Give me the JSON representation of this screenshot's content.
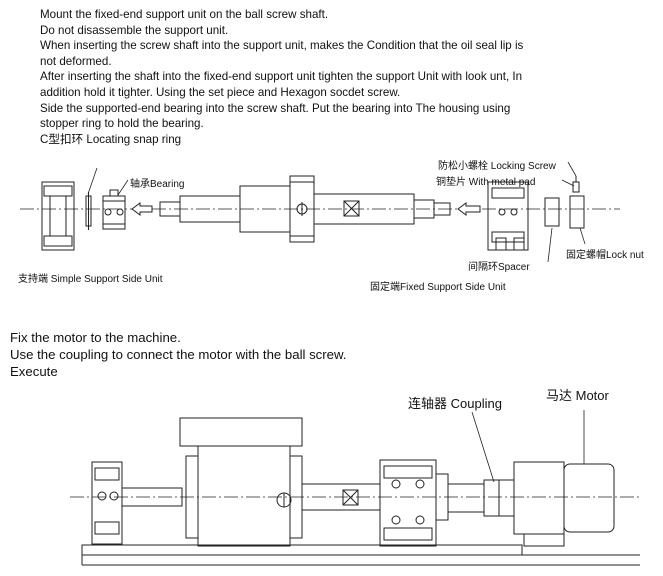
{
  "instructions_top": [
    "Mount the fixed-end support unit on the ball screw shaft.",
    "Do not disassemble the support unit.",
    "When inserting the screw shaft into the support unit, makes the Condition that the oil seal lip is",
    "not deformed.",
    "After inserting the shaft into the fixed-end support unit tighten the support Unit with look unt, In",
    "addition hold it tighter. Using the set piece and Hexagon socdet screw.",
    "Side the supported-end bearing into the screw shaft. Put the bearing into The housing using",
    "stopper ring to hold the bearing.",
    "C型扣环 Locating snap ring"
  ],
  "labels_top": {
    "bearing": "轴承Bearing",
    "simple_support": "支持端 Simple Support Side Unit",
    "fixed_support": "固定端Fixed Support Side Unit",
    "locking_screw": "防松小螺栓 Locking Screw",
    "metal_pad": "铜垫片 With metal pad",
    "spacer": "间隔环Spacer",
    "lock_nut": "固定螺帽Lock nut"
  },
  "instructions_bottom": [
    "Fix the motor to the machine.",
    "Use the coupling to connect the motor with the ball screw.",
    "Execute"
  ],
  "labels_bottom": {
    "coupling": "连轴器 Coupling",
    "motor": "马达 Motor"
  }
}
